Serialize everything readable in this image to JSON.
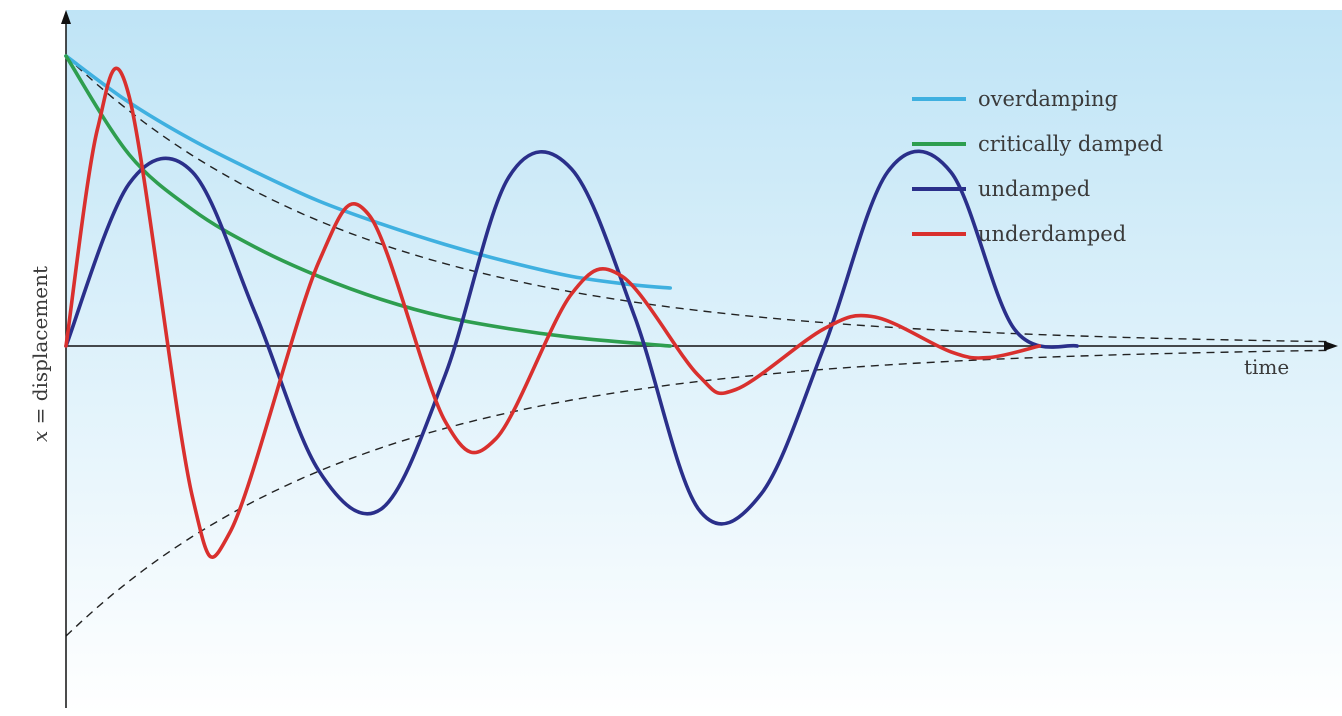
{
  "chart_data": {
    "type": "line",
    "title": "",
    "xlabel": "time",
    "ylabel_var": "x",
    "ylabel_text": " = displacement",
    "xlim": [
      0,
      1
    ],
    "ylim": [
      -1.25,
      1.25
    ],
    "legend_position": "top-right",
    "grid": false,
    "series": [
      {
        "name": "overdamping",
        "color": "#3fb0e0",
        "x": [
          0,
          0.05,
          0.1,
          0.15,
          0.2,
          0.25,
          0.3,
          0.35,
          0.4,
          0.45,
          0.478
        ],
        "y": [
          1.0,
          0.84,
          0.71,
          0.6,
          0.5,
          0.42,
          0.35,
          0.29,
          0.24,
          0.21,
          0.2
        ]
      },
      {
        "name": "critically damped",
        "color": "#2e9e4f",
        "x": [
          0,
          0.05,
          0.1,
          0.15,
          0.2,
          0.25,
          0.3,
          0.35,
          0.4,
          0.45,
          0.478
        ],
        "y": [
          1.0,
          0.66,
          0.47,
          0.34,
          0.24,
          0.16,
          0.1,
          0.06,
          0.03,
          0.01,
          0.0
        ]
      },
      {
        "name": "undamped",
        "color": "#2a2f8a",
        "x": [
          0,
          0.05,
          0.1,
          0.15,
          0.2,
          0.25,
          0.3,
          0.35,
          0.4,
          0.45,
          0.5,
          0.55,
          0.6,
          0.65,
          0.7,
          0.75,
          0.8
        ],
        "y": [
          0,
          0.56,
          0.6,
          0.11,
          -0.43,
          -0.56,
          -0.1,
          0.58,
          0.61,
          0.1,
          -0.56,
          -0.51,
          0.0,
          0.6,
          0.6,
          0.06,
          0.0
        ]
      },
      {
        "name": "underdamped",
        "color": "#d9302e",
        "x": [
          0,
          0.025,
          0.05,
          0.1,
          0.13,
          0.2,
          0.24,
          0.3,
          0.34,
          0.4,
          0.44,
          0.5,
          0.53,
          0.6,
          0.64,
          0.7,
          0.73,
          0.77
        ],
        "y": [
          0,
          0.75,
          0.86,
          -0.52,
          -0.64,
          0.29,
          0.45,
          -0.26,
          -0.32,
          0.18,
          0.24,
          -0.1,
          -0.15,
          0.06,
          0.1,
          -0.02,
          -0.04,
          0.0
        ]
      }
    ],
    "envelope": {
      "style": "dashed",
      "upper_y0": 1.0,
      "lower_y0": -1.0,
      "y_at_end": 0.0
    }
  }
}
